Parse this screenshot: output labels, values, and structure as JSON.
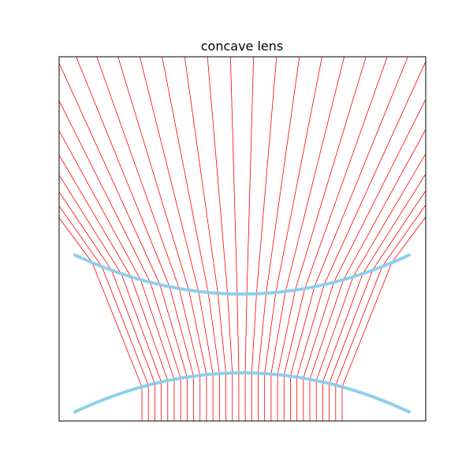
{
  "figure": {
    "title": "concave lens"
  },
  "diagram": {
    "ray_color": "#ff0000",
    "lens_color": "#87ceeb",
    "frame_color": "#000000",
    "ray_count": 32,
    "lens_surfaces": [
      "upper-concave-surface",
      "lower-convex-surface"
    ]
  }
}
